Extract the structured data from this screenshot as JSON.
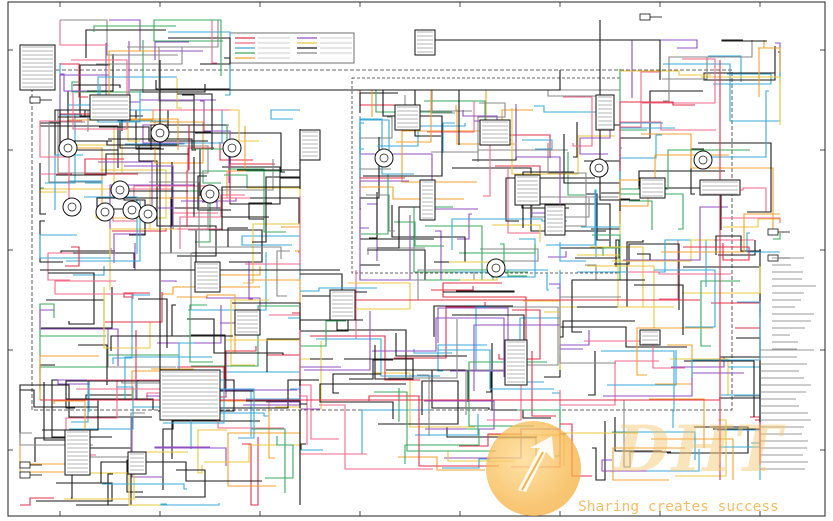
{
  "document": {
    "type": "electrical wiring schematic"
  },
  "colors": {
    "background": "#ffffff",
    "frame": "#222222",
    "wire_black": "#1a1a1a",
    "wire_red": "#e0304a",
    "wire_pink": "#f06a8a",
    "wire_blue": "#3aa8d8",
    "wire_green": "#3aa860",
    "wire_orange": "#f0a030",
    "wire_yellow": "#e8c840",
    "wire_purple": "#9050c0",
    "wire_gray": "#888888",
    "watermark": "#f5b445"
  },
  "legend_colors": [
    "#e0304a",
    "#f06a8a",
    "#3aa8d8",
    "#3aa860",
    "#f0a030",
    "#9050c0",
    "#e8c840",
    "#1a1a1a",
    "#888888"
  ],
  "watermark": {
    "brand": "DHT",
    "tagline": "Sharing creates success",
    "logo_icon": "arrow-logo-icon"
  }
}
